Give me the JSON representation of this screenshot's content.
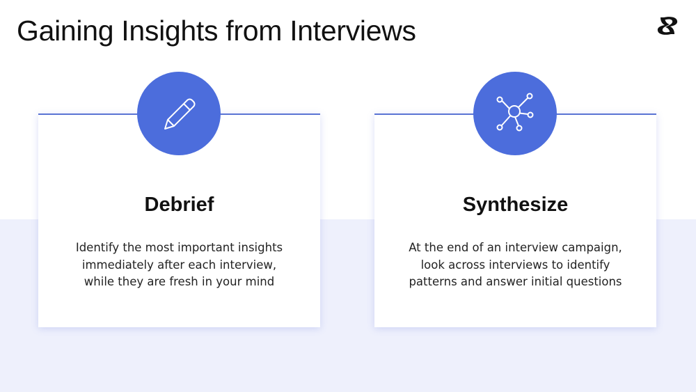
{
  "slide": {
    "title": "Gaining Insights from Interviews",
    "logo_icon": "brand-logo-icon",
    "colors": {
      "accent": "#4c6ddc",
      "card_border": "#5a74d4",
      "band_background": "#eef0fc",
      "text": "#111111"
    }
  },
  "cards": [
    {
      "icon": "pencil-icon",
      "heading": "Debrief",
      "body_lines": [
        "Identify the most important insights",
        "immediately after each interview,",
        "while they are fresh in your mind"
      ]
    },
    {
      "icon": "network-nodes-icon",
      "heading": "Synthesize",
      "body_lines": [
        "At the end of an interview campaign,",
        "look across interviews to identify",
        "patterns and answer initial questions"
      ]
    }
  ]
}
